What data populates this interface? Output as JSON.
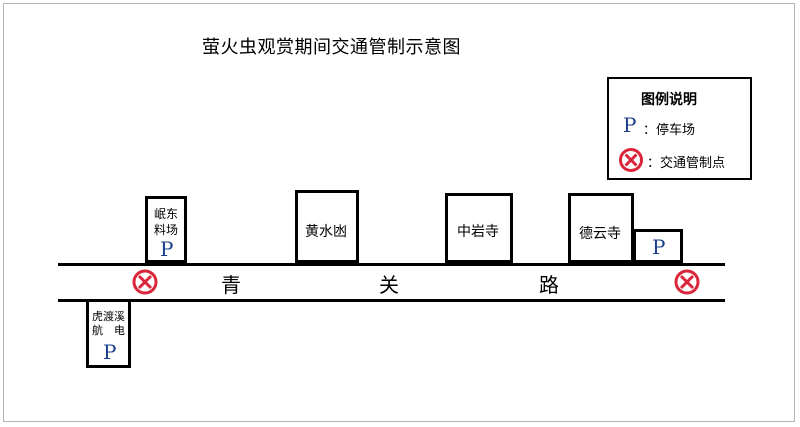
{
  "title": "萤火虫观赏期间交通管制示意图",
  "legend": {
    "title": "图例说明",
    "parking_symbol": "P",
    "parking_label": "：停车场",
    "control_label": "：交通管制点"
  },
  "road": {
    "chars": [
      "青",
      "关",
      "路"
    ]
  },
  "places": {
    "mindong": {
      "line1": "岷东",
      "line2": "料场",
      "symbol": "P"
    },
    "huangshui": {
      "label": "黄水凼"
    },
    "zhongyan": {
      "label": "中岩寺"
    },
    "deyun": {
      "label": "德云寺"
    },
    "parking_right": {
      "symbol": "P"
    },
    "hudu": {
      "line1": "虎渡溪",
      "line2": "航　电",
      "symbol": "P"
    }
  },
  "colors": {
    "parking_symbol": "#1c3f8c",
    "control_point": "#d9263a"
  },
  "icons": {
    "control_point": "circle-x-icon",
    "parking": "parking-p-icon"
  }
}
